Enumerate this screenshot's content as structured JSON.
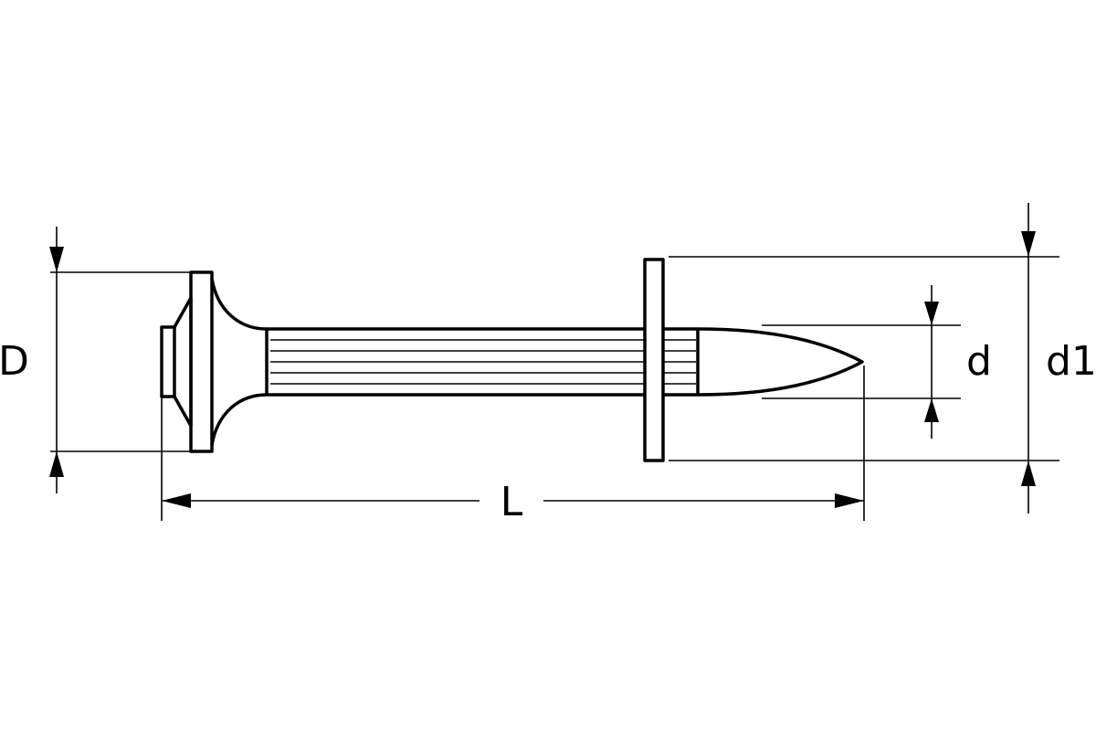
{
  "diagram": {
    "labels": {
      "head_diameter": "D",
      "shank_diameter": "d",
      "washer_diameter": "d1",
      "length": "L"
    },
    "line_color": "#000000",
    "background": "#ffffff"
  }
}
